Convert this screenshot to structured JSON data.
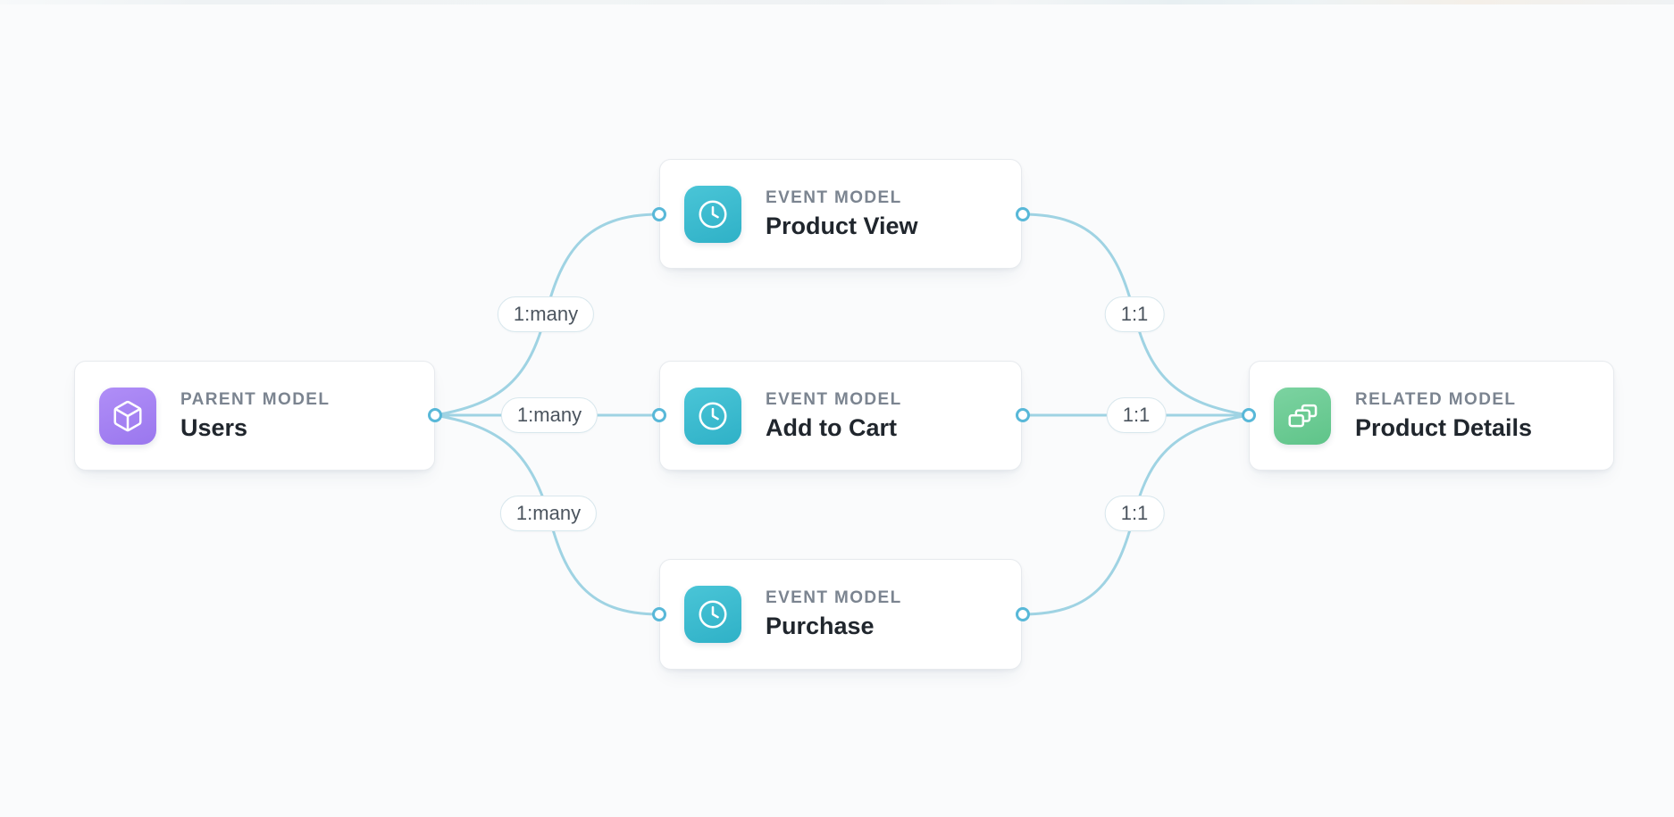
{
  "diagram": {
    "background_color": "#fafbfc",
    "edge_line_color": "#9fd3e3",
    "connector_dot_ring_color": "#58b8d8",
    "nodes": {
      "parent": {
        "type_label": "PARENT MODEL",
        "name": "Users",
        "icon": "cube-icon",
        "tile_color": "#a585f3"
      },
      "events": [
        {
          "type_label": "EVENT MODEL",
          "name": "Product View",
          "icon": "clock-icon",
          "tile_color": "#3dbcd0"
        },
        {
          "type_label": "EVENT MODEL",
          "name": "Add to Cart",
          "icon": "clock-icon",
          "tile_color": "#3dbcd0"
        },
        {
          "type_label": "EVENT MODEL",
          "name": "Purchase",
          "icon": "clock-icon",
          "tile_color": "#3dbcd0"
        }
      ],
      "related": {
        "type_label": "RELATED MODEL",
        "name": "Product Details",
        "icon": "layers-icon",
        "tile_color": "#6ecb94"
      }
    },
    "edges": {
      "parent_to_events": [
        {
          "from": "Users",
          "to": "Product View",
          "label": "1:many"
        },
        {
          "from": "Users",
          "to": "Add to Cart",
          "label": "1:many"
        },
        {
          "from": "Users",
          "to": "Purchase",
          "label": "1:many"
        }
      ],
      "events_to_related": [
        {
          "from": "Product View",
          "to": "Product Details",
          "label": "1:1"
        },
        {
          "from": "Add to Cart",
          "to": "Product Details",
          "label": "1:1"
        },
        {
          "from": "Purchase",
          "to": "Product Details",
          "label": "1:1"
        }
      ]
    }
  }
}
